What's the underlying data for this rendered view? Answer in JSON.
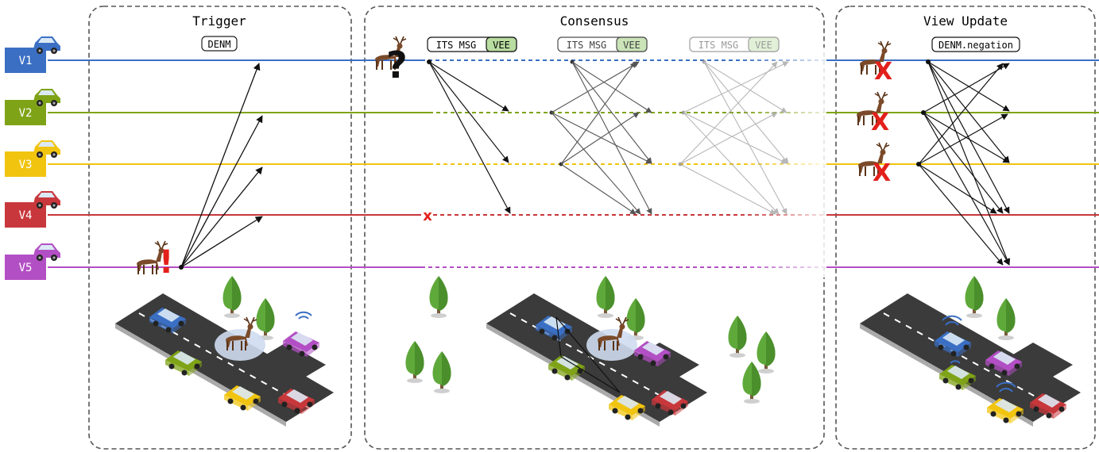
{
  "panels": {
    "trigger": {
      "title": "Trigger",
      "message": "DENM"
    },
    "consensus": {
      "title": "Consensus",
      "message": "ITS MSG",
      "tag": "VEE"
    },
    "view_update": {
      "title": "View Update",
      "message": "DENM.negation"
    }
  },
  "vehicles": [
    {
      "id": "V1",
      "color": "#3a6fc4"
    },
    {
      "id": "V2",
      "color": "#7fa317"
    },
    {
      "id": "V3",
      "color": "#f1c40f"
    },
    {
      "id": "V4",
      "color": "#c8373b"
    },
    {
      "id": "V5",
      "color": "#b34fc4"
    }
  ],
  "symbols": {
    "unknown": "?",
    "alert": "!",
    "negated": "X",
    "lost": "x"
  },
  "colors": {
    "vee_fill": "#b9dca0",
    "panel_border": "#555555",
    "road": "#3b3b3b",
    "tree": "#5fa93a",
    "red": "#e3201b"
  }
}
